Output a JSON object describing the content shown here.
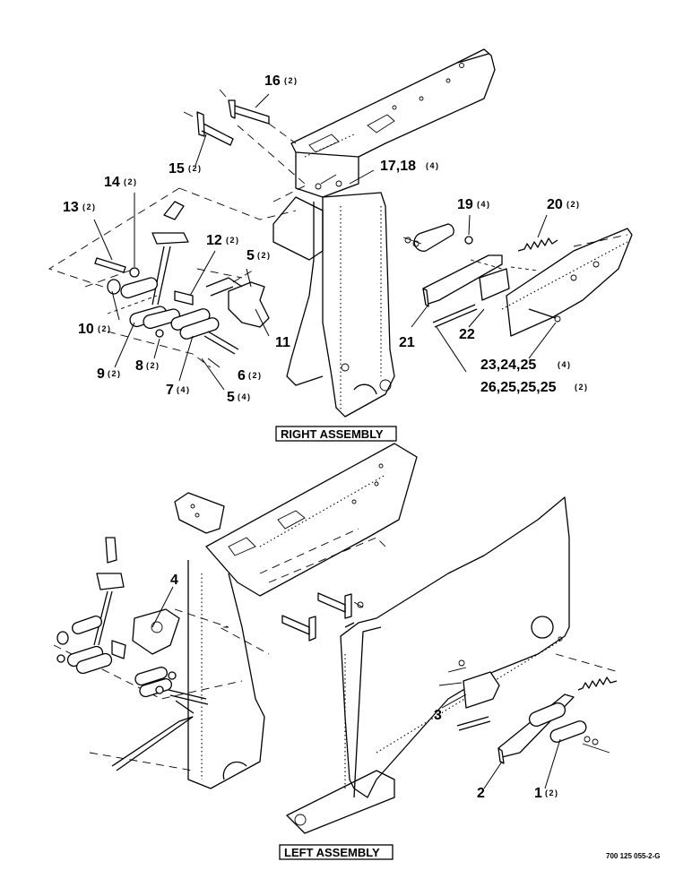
{
  "right_assembly": {
    "title": "RIGHT ASSEMBLY",
    "callouts": [
      {
        "num": "16",
        "qty": "(2)"
      },
      {
        "num": "15",
        "qty": "(2)"
      },
      {
        "num": "17,18",
        "qty": "(4)"
      },
      {
        "num": "14",
        "qty": "(2)"
      },
      {
        "num": "13",
        "qty": "(2)"
      },
      {
        "num": "19",
        "qty": "(4)"
      },
      {
        "num": "20",
        "qty": "(2)"
      },
      {
        "num": "12",
        "qty": "(2)"
      },
      {
        "num": "5",
        "qty": "(2)"
      },
      {
        "num": "10",
        "qty": "(2)"
      },
      {
        "num": "11",
        "qty": ""
      },
      {
        "num": "9",
        "qty": "(2)"
      },
      {
        "num": "8",
        "qty": "(2)"
      },
      {
        "num": "7",
        "qty": "(4)"
      },
      {
        "num": "6",
        "qty": "(2)"
      },
      {
        "num": "5",
        "qty": "(4)"
      },
      {
        "num": "21",
        "qty": ""
      },
      {
        "num": "22",
        "qty": ""
      },
      {
        "num": "23,24,25",
        "qty": "(4)"
      },
      {
        "num": "26,25,25,25",
        "qty": "(2)"
      }
    ]
  },
  "left_assembly": {
    "title": "LEFT ASSEMBLY",
    "callouts": [
      {
        "num": "4",
        "qty": ""
      },
      {
        "num": "3",
        "qty": ""
      },
      {
        "num": "2",
        "qty": ""
      },
      {
        "num": "1",
        "qty": "(2)"
      }
    ]
  },
  "document_number": "700 125 055-2-G"
}
